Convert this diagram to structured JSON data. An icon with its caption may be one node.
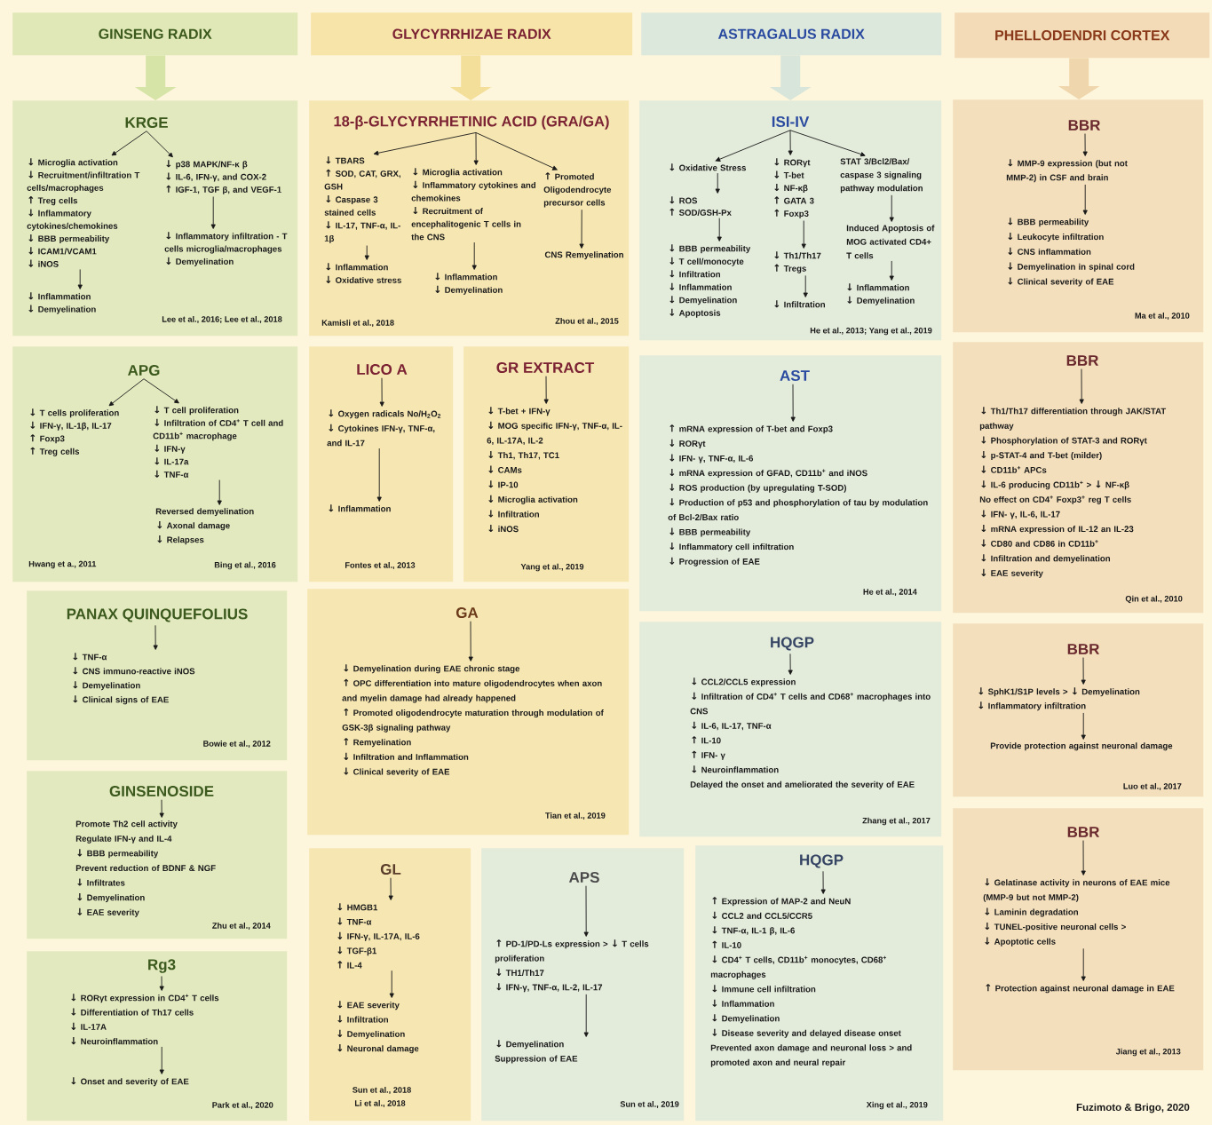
{
  "diagram": {
    "caption": "Fuzimoto & Brigo, 2020",
    "nodes": [
      {
        "text": [
          "GINSENG RADIX"
        ]
      },
      {
        "text": [
          "GLYCYRRHIZAE RADIX"
        ]
      },
      {
        "text": [
          "ASTRAGALUS RADIX"
        ]
      },
      {
        "text": [
          "PHELLODENDRI CORTEX"
        ]
      },
      {
        "text": [
          "Lee et al., 2016; Lee et al., 2018"
        ]
      },
      {
        "text": [
          "KRGE"
        ],
        "in": 4
      },
      {
        "text": [
          "↓ Microglia activation",
          "↓ Recruitment/infiltration T cells/macrophages",
          "↑ Treg cells",
          "↓ Inflammatory cytokines/chemokines",
          "↓ BBB permeability",
          "↓ ICAM1/VCAM1",
          "↓ iNOS"
        ],
        "in": 4
      },
      {
        "text": [
          "↓ Inflammation",
          "↓ Demyelination"
        ],
        "in": 4
      },
      {
        "text": [
          "↓ p38 MAPK/NF-κ β",
          "↓ IL-6, IFN-γ, and COX-2",
          "↑ IGF-1, TGF β, and VEGF-1"
        ],
        "in": 4
      },
      {
        "text": [
          "↓ Inflammatory infiltration - T cells microglia/macrophages",
          "↓ Demyelination"
        ],
        "in": 4
      },
      {
        "text": [
          "Hwang et a., 2011",
          "Bing et al., 2016"
        ]
      },
      {
        "text": [
          "APG"
        ],
        "in": 10
      },
      {
        "text": [
          "↓ T cells proliferation",
          "↓ IFN-γ, IL-1β, IL-17",
          "↑ Foxp3",
          "↑ Treg cells"
        ],
        "in": 10
      },
      {
        "text": [
          "↓ T cell proliferation",
          "↓ Infiltration of CD4$^{+}$ T cell and CD11b$^{+}$ macrophage",
          "↓ IFN-γ",
          "↓ IL-17a",
          "↓ TNF-α"
        ],
        "in": 10
      },
      {
        "text": [
          "Reversed demyelination",
          "↓ Axonal damage",
          "↓ Relapses"
        ],
        "in": 10
      },
      {
        "text": [
          "Bowie et al., 2012"
        ]
      },
      {
        "text": [
          "PANAX QUINQUEFOLIUS"
        ],
        "in": 15
      },
      {
        "text": [
          "↓ TNF-α",
          "↓ CNS immuno-reactive iNOS",
          "↓ Demyelination",
          "↓ Clinical signs of EAE"
        ],
        "in": 15
      },
      {
        "text": [
          "Zhu et al., 2014"
        ]
      },
      {
        "text": [
          "GINSENOSIDE"
        ],
        "in": 18
      },
      {
        "text": [
          "Promote Th2 cell activity",
          "Regulate IFN-γ and IL-4",
          "↓ BBB permeability",
          "Prevent reduction of BDNF & NGF",
          "↓ Infiltrates",
          "↓ Demyelination",
          "↓ EAE severity"
        ],
        "in": 18
      },
      {
        "text": [
          "Park et al., 2020"
        ]
      },
      {
        "text": [
          "Rg3"
        ],
        "in": 21
      },
      {
        "text": [
          "↓ RORγt expression in CD4$^{+}$ T cells",
          "↓ Differentiation of Th17 cells",
          "↓ IL-17A",
          "↓ Neuroinflammation"
        ],
        "in": 21
      },
      {
        "text": [
          "↓ Onset and severity of EAE"
        ],
        "in": 21
      },
      {
        "text": [
          "Kamisli et al., 2018",
          "Zhou et al., 2015"
        ]
      },
      {
        "text": [
          "18-β-GLYCYRRHETINIC ACID (GRA/GA)"
        ],
        "in": 25
      },
      {
        "text": [
          "↓ TBARS",
          "↑ SOD, CAT, GRX, GSH",
          "↓ Caspase 3 stained cells",
          "↓ IL-17, TNF-α, IL-1β"
        ],
        "in": 25
      },
      {
        "text": [
          "↓ Inflammation",
          "↓ Oxidative stress"
        ],
        "in": 25
      },
      {
        "text": [
          "↓ Microglia activation",
          "↓ Inflammatory cytokines and chemokines",
          "↓ Recruitment of encephalitogenic T cells in the CNS"
        ],
        "in": 25
      },
      {
        "text": [
          "↓ Inflammation",
          "↓ Demyelination"
        ],
        "in": 25
      },
      {
        "text": [
          "↑ Promoted Oligodendrocyte precursor cells"
        ],
        "in": 25
      },
      {
        "text": [
          "CNS Remyelination"
        ],
        "in": 25
      },
      {
        "text": [
          "Fontes et al., 2013"
        ]
      },
      {
        "text": [
          "LICO A"
        ],
        "in": 33
      },
      {
        "text": [
          "↓ Oxygen radicals No/H$_{2}$O$_{2}$",
          "↓ Cytokines IFN-γ, TNF-α, and IL-17"
        ],
        "in": 33
      },
      {
        "text": [
          "↓ Inflammation"
        ],
        "in": 33
      },
      {
        "text": [
          "Yang et al., 2019"
        ]
      },
      {
        "text": [
          "GR EXTRACT"
        ],
        "in": 37
      },
      {
        "text": [
          "↓ T-bet + IFN-γ",
          "↓ MOG specific IFN-γ, TNF-α, IL-6, IL-17A, IL-2",
          "↓ Th1, Th17, TC1",
          "↓ CAMs",
          "↓ IP-10",
          "↓ Microglia activation",
          "↓ Infiltration",
          "↓ iNOS"
        ],
        "in": 37
      },
      {
        "text": [
          "Tian et al., 2019"
        ]
      },
      {
        "text": [
          "GA"
        ],
        "in": 40
      },
      {
        "text": [
          "↓ Demyelination during EAE chronic stage",
          "↑ OPC differentiation into mature oligodendrocytes when axon and myelin damage had already happened",
          "↑ Promoted oligodendrocyte maturation through modulation of GSK-3β signaling pathway",
          "↑ Remyelination",
          "↓ Infiltration and Inflammation",
          "↓ Clinical severity of EAE"
        ],
        "in": 40
      },
      {
        "text": [
          "Sun et al., 2018",
          "Li et al., 2018"
        ]
      },
      {
        "text": [
          "GL"
        ],
        "in": 43
      },
      {
        "text": [
          "↓ HMGB1",
          "↓ TNF-α",
          "↓ IFN-γ, IL-17A, IL-6",
          "↓ TGF-β1",
          "↑ IL-4"
        ],
        "in": 43
      },
      {
        "text": [
          "↓ EAE severity",
          "↓ Infiltration",
          "↓ Demyelination",
          "↓ Neuronal damage"
        ],
        "in": 43
      },
      {
        "text": [
          "Sun et al., 2019"
        ]
      },
      {
        "text": [
          "APS"
        ],
        "in": 47
      },
      {
        "text": [
          "↑ PD-1/PD-Ls expression > ↓ T cells proliferation",
          "↓ TH1/Th17",
          "↓ IFN-γ, TNF-α, IL-2, IL-17"
        ],
        "in": 47
      },
      {
        "text": [
          "↓ Demyelination",
          "Suppression of EAE"
        ],
        "in": 47
      },
      {
        "text": [
          "He et al., 2013; Yang et al., 2019"
        ]
      },
      {
        "text": [
          "ISI-IV"
        ],
        "in": 51
      },
      {
        "text": [
          "↓ Oxidative Stress"
        ],
        "in": 51
      },
      {
        "text": [
          "↓ ROS",
          "↑ SOD/GSH-Px"
        ],
        "in": 51
      },
      {
        "text": [
          "↓ BBB permeability",
          "↓ T cell/monocyte",
          "↓ Infiltration",
          "↓ Inflammation",
          "↓ Demyelination",
          "↓ Apoptosis"
        ],
        "in": 51
      },
      {
        "text": [
          "↓ RORγt",
          "↓ T-bet",
          "↓ NF-κβ",
          "↑ GATA 3",
          "↑ Foxp3"
        ],
        "in": 51
      },
      {
        "text": [
          "↓ Th1/Th17",
          "↑ Tregs"
        ],
        "in": 51
      },
      {
        "text": [
          "↓ Infiltration"
        ],
        "in": 51
      },
      {
        "text": [
          "STAT 3/Bcl2/Bax/ caspase 3 signaling pathway modulation"
        ],
        "in": 51
      },
      {
        "text": [
          "Induced Apoptosis of MOG activated CD4+ T cells"
        ],
        "in": 51
      },
      {
        "text": [
          "↓ Inflammation",
          "↓ Demyelination"
        ],
        "in": 51
      },
      {
        "text": [
          "He et al., 2014"
        ]
      },
      {
        "text": [
          "AST"
        ],
        "in": 62
      },
      {
        "text": [
          "↑ mRNA expression of T-bet and Foxp3",
          "↓ RORγt",
          "↓ IFN- γ, TNF-α, IL-6",
          "↓ mRNA expression of GFAD, CD11b$^{+}$ and iNOS",
          "↓ ROS production (by upregulating T-SOD)",
          "↓ Production of p53 and phosphorylation of tau by modulation of Bcl-2/Bax ratio",
          "↓ BBB permeability",
          "↓ Inflammatory cell infiltration",
          "↓ Progression of EAE"
        ],
        "in": 62
      },
      {
        "text": [
          "Zhang et al., 2017"
        ]
      },
      {
        "text": [
          "HQGP"
        ],
        "in": 65
      },
      {
        "text": [
          "↓ CCL2/CCL5 expression",
          "↓ Infiltration of CD4$^{+}$ T cells and CD68$^{+}$ macrophages into CNS",
          "↓ IL-6, IL-17, TNF-α",
          "↑ IL-10",
          "↑ IFN- γ",
          "↓ Neuroinflammation",
          "Delayed the onset and ameliorated the severity of EAE"
        ],
        "in": 65
      },
      {
        "text": [
          "Xing et al., 2019"
        ]
      },
      {
        "text": [
          "HQGP"
        ],
        "in": 68
      },
      {
        "text": [
          "↑ Expression of MAP-2 and NeuN",
          "↓ CCL2 and CCL5/CCR5",
          "↓ TNF-α, IL-1 β, IL-6",
          "↑ IL-10",
          "↓ CD4$^{+}$ T cells, CD11b$^{+}$ monocytes, CD68$^{+}$ macrophages",
          "↓ Immune cell infiltration",
          "↓ Inflammation",
          "↓ Demyelination",
          "↓ Disease severity and delayed disease onset",
          "Prevented axon damage and neuronal loss > and promoted axon and neural repair"
        ],
        "in": 68
      },
      {
        "text": [
          "Ma et al., 2010"
        ]
      },
      {
        "text": [
          "BBR"
        ],
        "in": 71
      },
      {
        "text": [
          "↓ MMP-9 expression (but not MMP-2) in CSF and brain"
        ],
        "in": 71
      },
      {
        "text": [
          "↓ BBB permeability",
          "↓ Leukocyte infiltration",
          "↓ CNS inflammation",
          "↓ Demyelination in spinal cord",
          "↓ Clinical severity of EAE"
        ],
        "in": 71
      },
      {
        "text": [
          "Qin et al., 2010"
        ]
      },
      {
        "text": [
          "BBR"
        ],
        "in": 75
      },
      {
        "text": [
          "↓ Th1/Th17 differentiation through JAK/STAT pathway",
          "↓ Phosphorylation of STAT-3 and RORγt",
          "↓ p-STAT-4 and T-bet (milder)",
          "↓ CD11b$^{+}$ APCs",
          "↓ IL-6 producing CD11b$^{+}$ > ↓ NF-κβ",
          "No effect on CD4$^{+}$ Foxp3$^{+}$ reg T cells",
          "↓ IFN- γ, IL-6, IL-17",
          "↓ mRNA expression of IL-12 an IL-23",
          "↓ CD80 and CD86 in CD11b$^{+}$",
          "↓ Infiltration and demyelination",
          "↓ EAE severity"
        ],
        "in": 75
      },
      {
        "text": [
          "Luo et al., 2017"
        ]
      },
      {
        "text": [
          "BBR"
        ],
        "in": 78
      },
      {
        "text": [
          "↓ SphK1/S1P levels > ↓ Demyelination",
          "↓ Inflammatory infiltration"
        ],
        "in": 78
      },
      {
        "text": [
          "Provide protection against neuronal damage"
        ],
        "in": 78
      },
      {
        "text": [
          "Jiang et al., 2013"
        ]
      },
      {
        "text": [
          "BBR"
        ],
        "in": 82
      },
      {
        "text": [
          "↓ Gelatinase activity in neurons of EAE mice (MMP-9 but not MMP-2)",
          "↓ Laminin degradation",
          "↓ TUNEL-positive neuronal cells >",
          "↓ Apoptotic cells"
        ],
        "in": 82
      },
      {
        "text": [
          "↑ Protection against neuronal damage in EAE"
        ],
        "in": 82
      }
    ],
    "edges": [
      {
        "from": 0,
        "to": 4,
        "arrow": "to",
        "style": "thick",
        "color": "#d6e4a8"
      },
      {
        "from": 1,
        "to": 25,
        "arrow": "to",
        "style": "thick",
        "color": "#f4df9a"
      },
      {
        "from": 2,
        "to": 51,
        "arrow": "to",
        "style": "thick",
        "color": "#d8e5da"
      },
      {
        "from": 3,
        "to": 71,
        "arrow": "to",
        "style": "thick",
        "color": "#efd6ad"
      },
      {
        "from": 5,
        "to": 6,
        "arrow": "to"
      },
      {
        "from": 5,
        "to": 8,
        "arrow": "to"
      },
      {
        "from": 6,
        "to": 7,
        "arrow": "to"
      },
      {
        "from": 8,
        "to": 9,
        "arrow": "to"
      },
      {
        "from": 11,
        "to": 12,
        "arrow": "to"
      },
      {
        "from": 11,
        "to": 13,
        "arrow": "to"
      },
      {
        "from": 13,
        "to": 14,
        "arrow": "to"
      },
      {
        "from": 16,
        "to": 17,
        "arrow": "to"
      },
      {
        "from": 19,
        "to": 20,
        "arrow": "to"
      },
      {
        "from": 22,
        "to": 23,
        "arrow": "to"
      },
      {
        "from": 23,
        "to": 24,
        "arrow": "to"
      },
      {
        "from": 26,
        "to": 27,
        "arrow": "to"
      },
      {
        "from": 26,
        "to": 29,
        "arrow": "to"
      },
      {
        "from": 26,
        "to": 31,
        "arrow": "to"
      },
      {
        "from": 27,
        "to": 28,
        "arrow": "to"
      },
      {
        "from": 29,
        "to": 30,
        "arrow": "to"
      },
      {
        "from": 31,
        "to": 32,
        "arrow": "to"
      },
      {
        "from": 34,
        "to": 35,
        "arrow": "to"
      },
      {
        "from": 35,
        "to": 36,
        "arrow": "to"
      },
      {
        "from": 38,
        "to": 39,
        "arrow": "to"
      },
      {
        "from": 41,
        "to": 42,
        "arrow": "to"
      },
      {
        "from": 44,
        "to": 45,
        "arrow": "to"
      },
      {
        "from": 45,
        "to": 46,
        "arrow": "to"
      },
      {
        "from": 48,
        "to": 49,
        "arrow": "to"
      },
      {
        "from": 49,
        "to": 50,
        "arrow": "to"
      },
      {
        "from": 52,
        "to": 53,
        "arrow": "to"
      },
      {
        "from": 52,
        "to": 56,
        "arrow": "to"
      },
      {
        "from": 52,
        "to": 59,
        "arrow": "to"
      },
      {
        "from": 53,
        "to": 54,
        "arrow": "to"
      },
      {
        "from": 54,
        "to": 55,
        "arrow": "to"
      },
      {
        "from": 56,
        "to": 57,
        "arrow": "to"
      },
      {
        "from": 57,
        "to": 58,
        "arrow": "to"
      },
      {
        "from": 59,
        "to": 60,
        "arrow": "to"
      },
      {
        "from": 60,
        "to": 61,
        "arrow": "to"
      },
      {
        "from": 63,
        "to": 64,
        "arrow": "to"
      },
      {
        "from": 66,
        "to": 67,
        "arrow": "to"
      },
      {
        "from": 69,
        "to": 70,
        "arrow": "to"
      },
      {
        "from": 72,
        "to": 73,
        "arrow": "to"
      },
      {
        "from": 73,
        "to": 74,
        "arrow": "to"
      },
      {
        "from": 76,
        "to": 77,
        "arrow": "to"
      },
      {
        "from": 79,
        "to": 80,
        "arrow": "to"
      },
      {
        "from": 80,
        "to": 81,
        "arrow": "to"
      },
      {
        "from": 83,
        "to": 84,
        "arrow": "to"
      },
      {
        "from": 84,
        "to": 85,
        "arrow": "to"
      }
    ]
  }
}
